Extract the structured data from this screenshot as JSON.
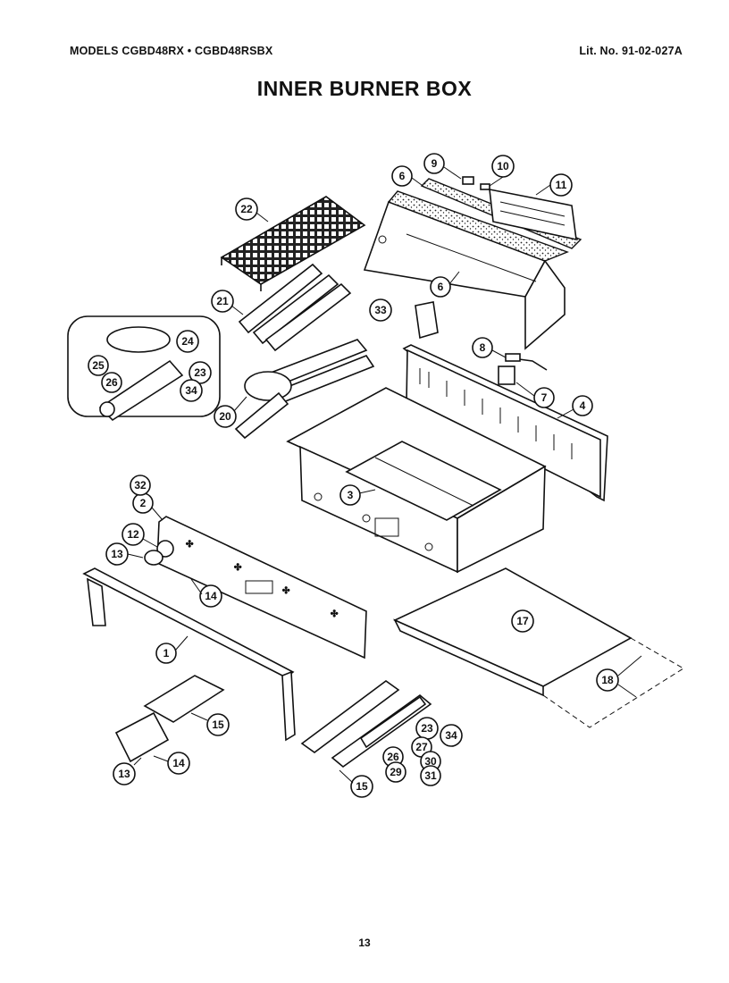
{
  "header": {
    "models": "MODELS CGBD48RX • CGBD48RSBX",
    "lit_no": "Lit. No. 91-02-027A"
  },
  "title": "INNER BURNER BOX",
  "page_number": "13",
  "callouts": [
    "1",
    "2",
    "3",
    "4",
    "6",
    "6",
    "7",
    "8",
    "9",
    "10",
    "11",
    "12",
    "13",
    "13",
    "14",
    "14",
    "15",
    "15",
    "17",
    "18",
    "20",
    "21",
    "22",
    "23",
    "23",
    "24",
    "25",
    "26",
    "26",
    "27",
    "29",
    "30",
    "31",
    "32",
    "33",
    "34",
    "34"
  ]
}
